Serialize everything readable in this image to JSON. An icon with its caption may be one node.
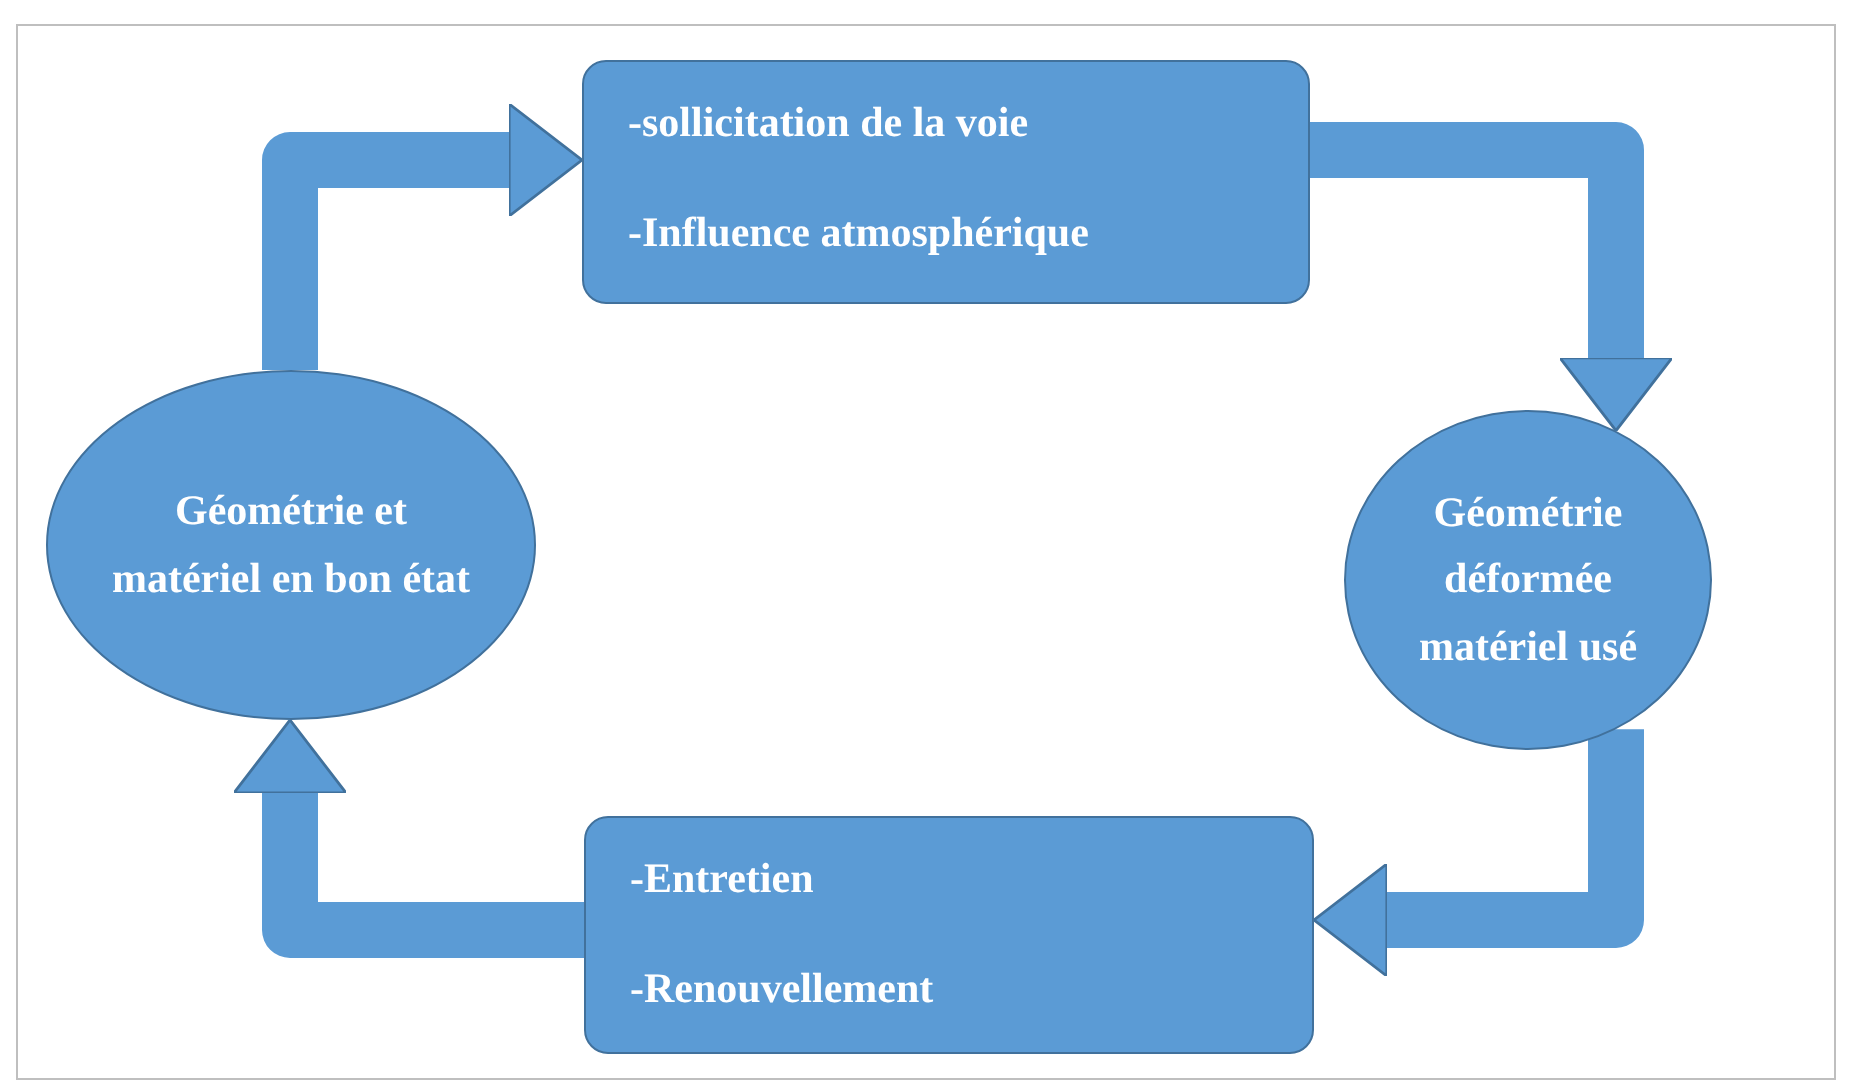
{
  "diagram": {
    "nodes": [
      {
        "text": [
          "Géométrie et matériel en bon état"
        ]
      },
      {
        "text": [
          "-sollicitation de la voie",
          "-Influence atmosphérique"
        ]
      },
      {
        "text": [
          "Géométrie déformée matériel usé"
        ]
      },
      {
        "text": [
          "-Entretien",
          "-Renouvellement"
        ]
      }
    ],
    "edges": [
      {
        "from": 0,
        "to": 1,
        "arrow": "to"
      },
      {
        "from": 1,
        "to": 2,
        "arrow": "to"
      },
      {
        "from": 2,
        "to": 3,
        "arrow": "to"
      },
      {
        "from": 3,
        "to": 0,
        "arrow": "to"
      }
    ]
  }
}
